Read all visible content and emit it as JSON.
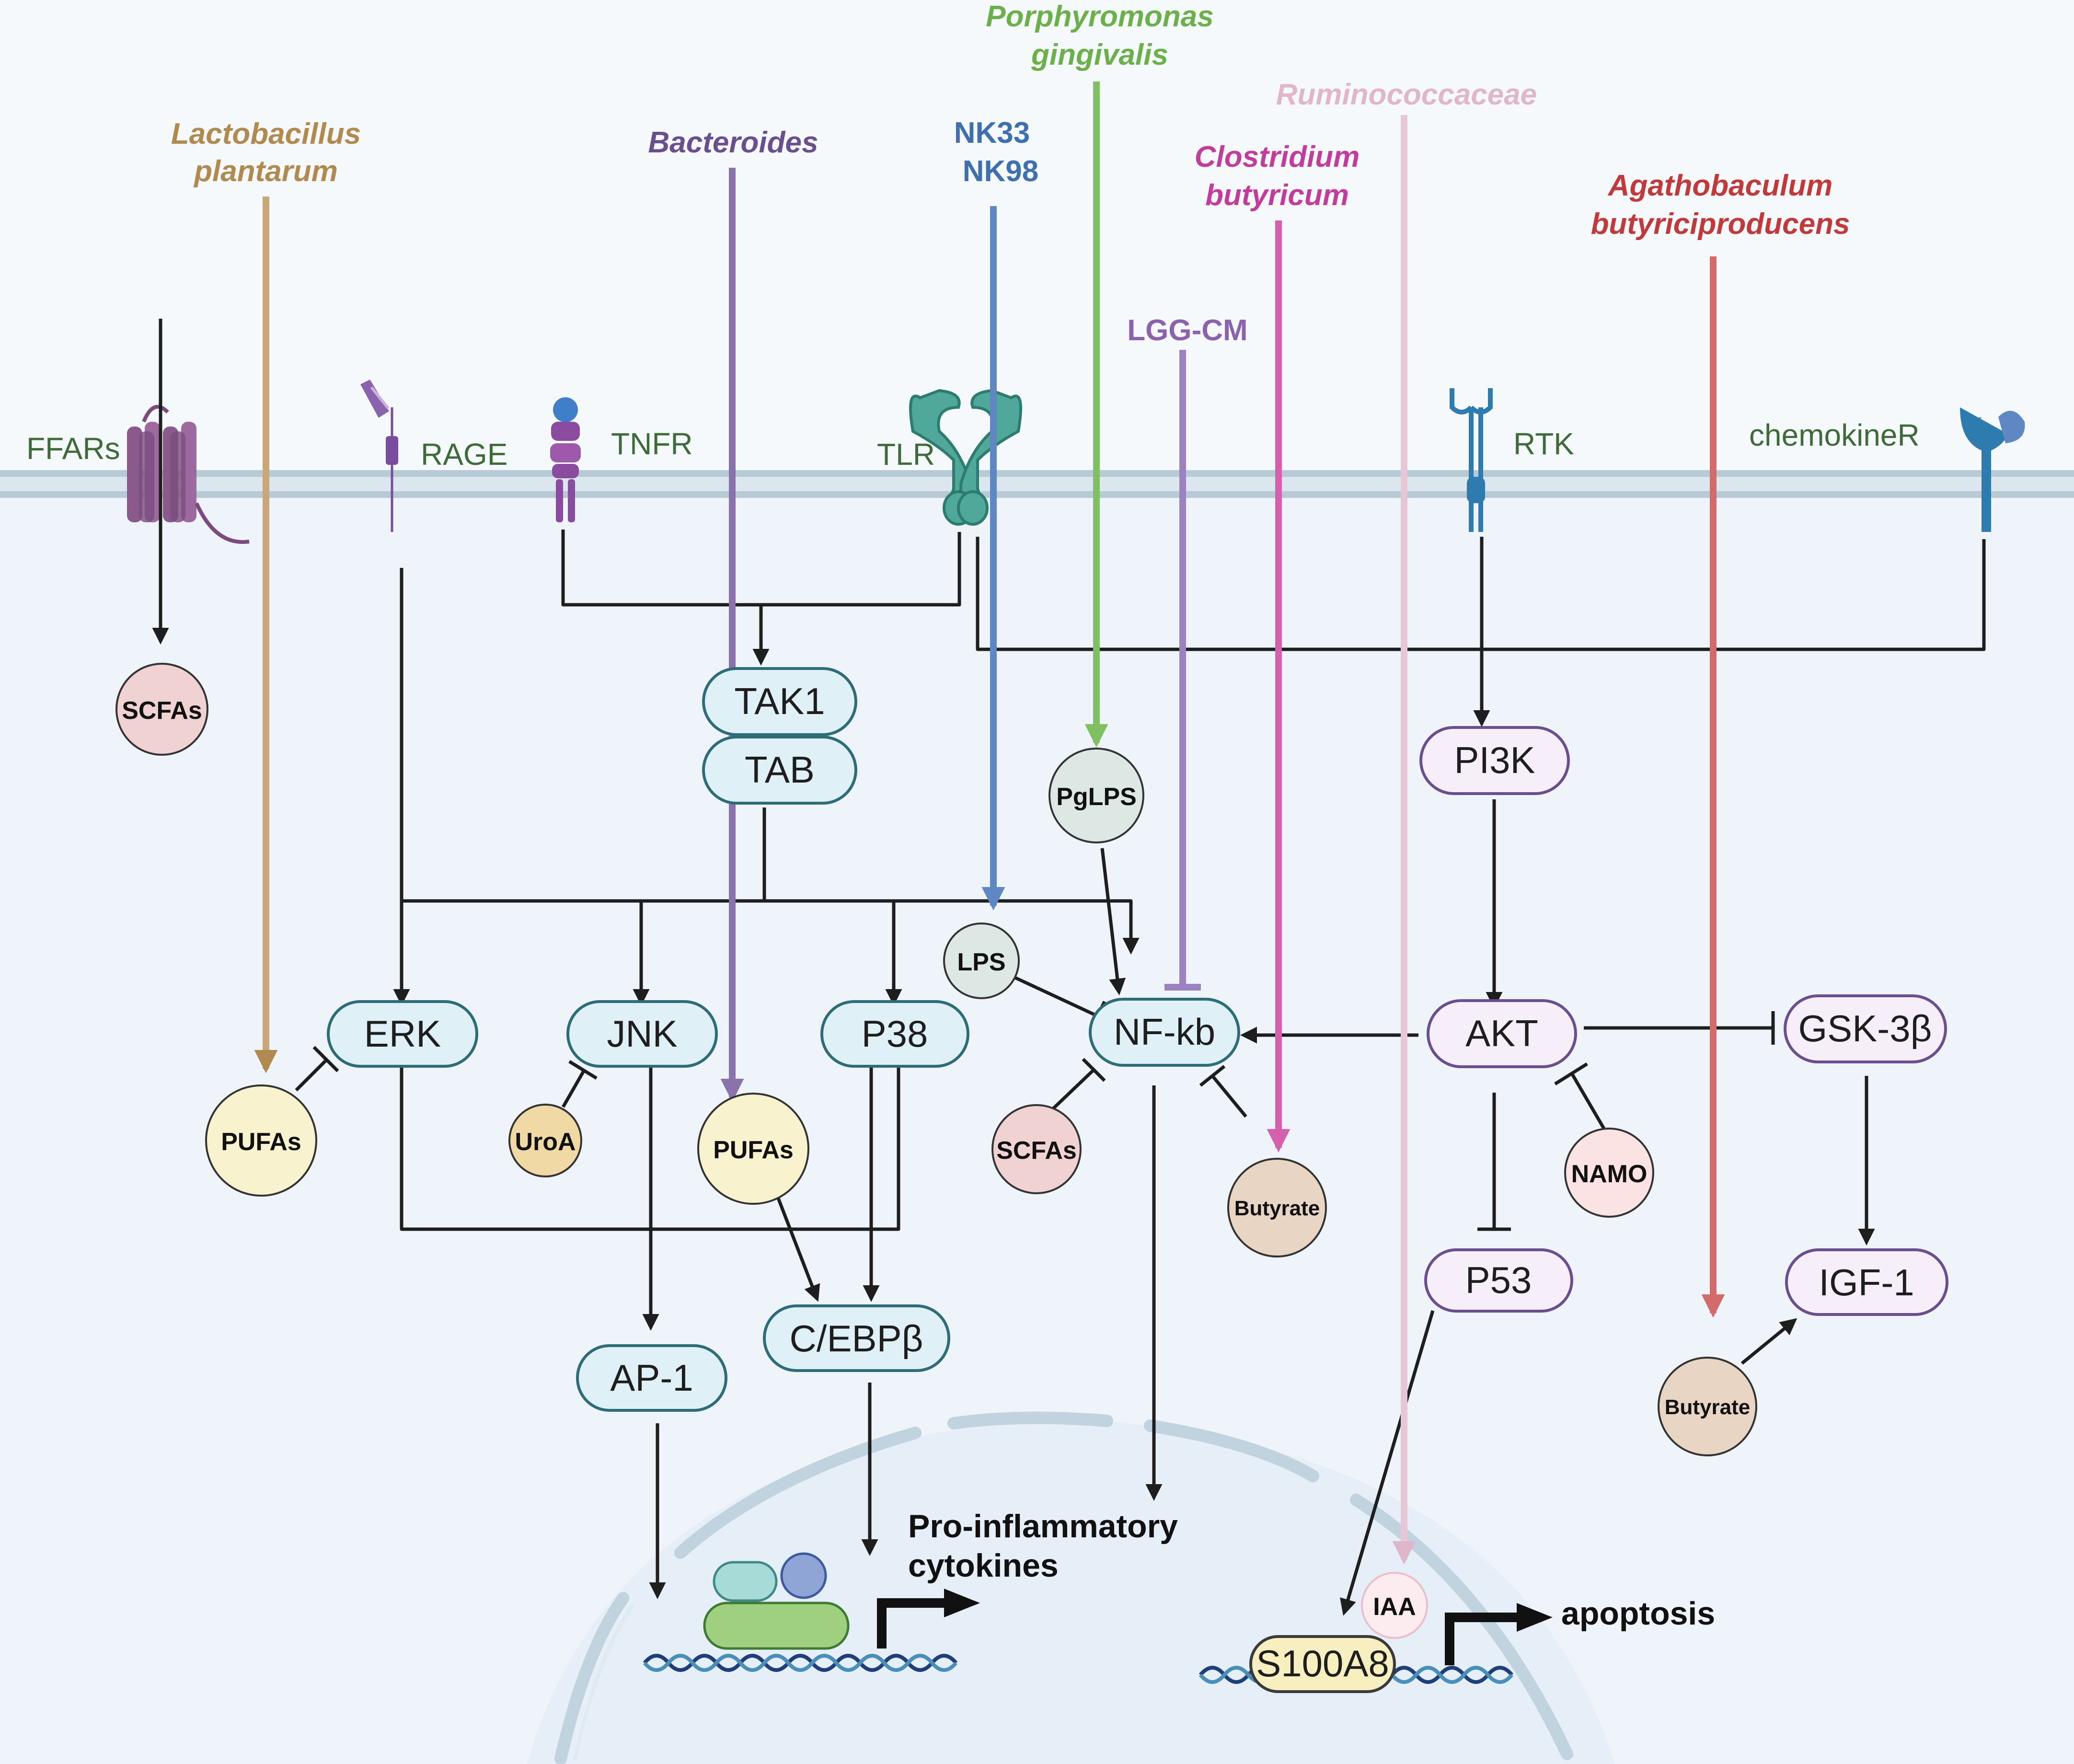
{
  "bacteria": {
    "lactobacillus": [
      "Lactobacillus",
      "plantarum"
    ],
    "bacteroides": "Bacteroides",
    "nk": [
      "NK33",
      "NK98"
    ],
    "porphyromonas": [
      "Porphyromonas",
      "gingivalis"
    ],
    "lggcm": "LGG-CM",
    "ruminococcaceae": "Ruminococcaceae",
    "clostridium": [
      "Clostridium",
      "butyricum"
    ],
    "agathobaculum": [
      "Agathobaculum",
      "butyriciproducens"
    ]
  },
  "receptors": {
    "ffars": "FFARs",
    "rage": "RAGE",
    "tnfr": "TNFR",
    "tlr": "TLR",
    "rtk": "RTK",
    "chemokiner": "chemokineR"
  },
  "nodes": {
    "tak1": "TAK1",
    "tab": "TAB",
    "erk": "ERK",
    "jnk": "JNK",
    "p38": "P38",
    "nfkb": "NF-kb",
    "pi3k": "PI3K",
    "akt": "AKT",
    "gsk3b": "GSK-3β",
    "p53": "P53",
    "igf1": "IGF-1",
    "ap1": "AP-1",
    "cebpb": "C/EBPβ",
    "s100a8": "S100A8"
  },
  "metabolites": {
    "scfas_top": "SCFAs",
    "pglps": "PgLPS",
    "lps": "LPS",
    "pufas_left": "PUFAs",
    "uroa": "UroA",
    "pufas_mid": "PUFAs",
    "scfas_mid": "SCFAs",
    "butyrate_mid": "Butyrate",
    "namo": "NAMO",
    "butyrate_right": "Butyrate",
    "iaa": "IAA"
  },
  "outputs": {
    "cytokines": [
      "Pro-inflammatory",
      "cytokines"
    ],
    "apoptosis": "apoptosis"
  },
  "colors": {
    "lactobacillus": "#b08a4f",
    "bacteroides": "#6a4f8e",
    "nk": "#3f6fae",
    "porphyromonas": "#6cb04b",
    "lggcm": "#8a62ad",
    "ruminococcaceae": "#e0b6cb",
    "clostridium": "#c23d9b",
    "agathobaculum": "#c0393b",
    "node_blue_fill": "#dff0f6",
    "node_blue_stroke": "#2e6d78",
    "node_purple_fill": "#f6effa",
    "node_purple_stroke": "#6a4f8e"
  }
}
